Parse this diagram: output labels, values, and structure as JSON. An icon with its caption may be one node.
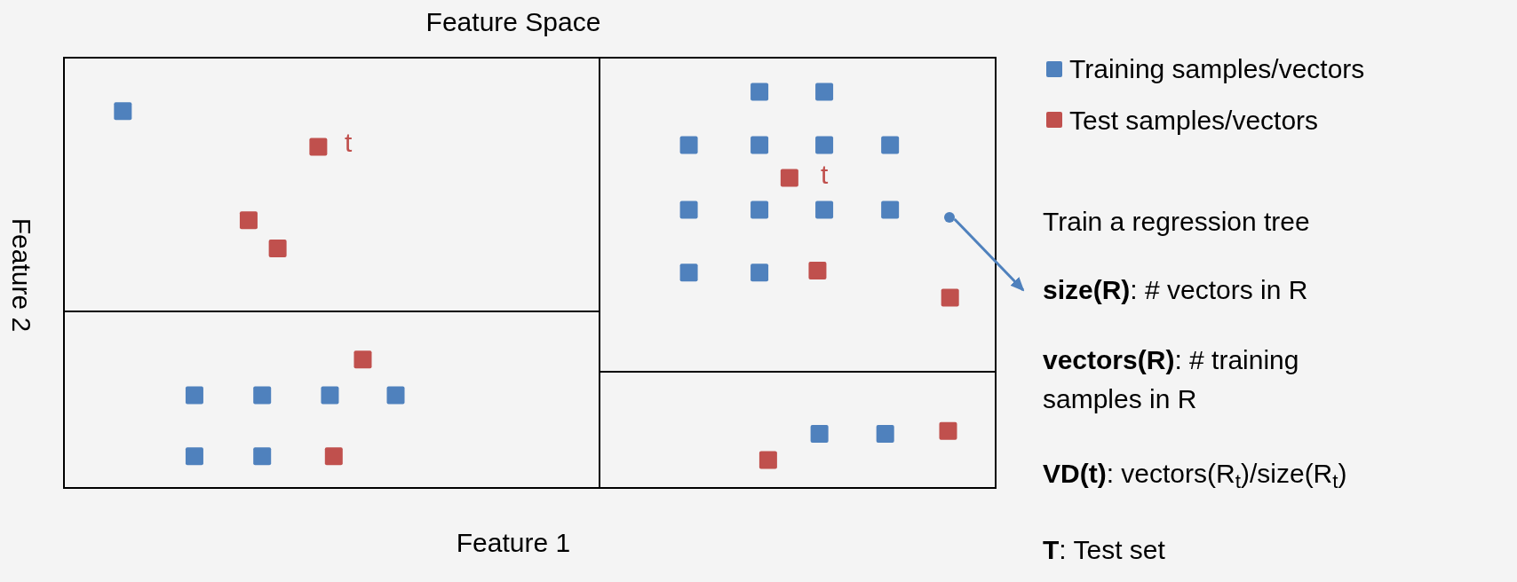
{
  "diagram": {
    "title": "Feature Space",
    "nodes": [
      {
        "text": [],
        "shape": "circle"
      },
      {
        "text": [
          "**size(R)**: # vectors in R"
        ]
      }
    ],
    "edges": [
      {
        "from": 0,
        "to": 1,
        "arrow": "to"
      }
    ],
    "labels": [
      "Feature 2",
      "Feature 1",
      "t",
      "t",
      "Train a regression tree",
      "**vectors(R)**: # training samples in R",
      "**VD(t)**: vectors(R$_{t}$)/size(R$_{t}$)",
      "**T**: Test set"
    ],
    "legend": [
      {
        "text": "Training samples/vectors",
        "color": "#4f81bd"
      },
      {
        "text": "Test samples/vectors",
        "color": "#c0504d"
      }
    ]
  }
}
